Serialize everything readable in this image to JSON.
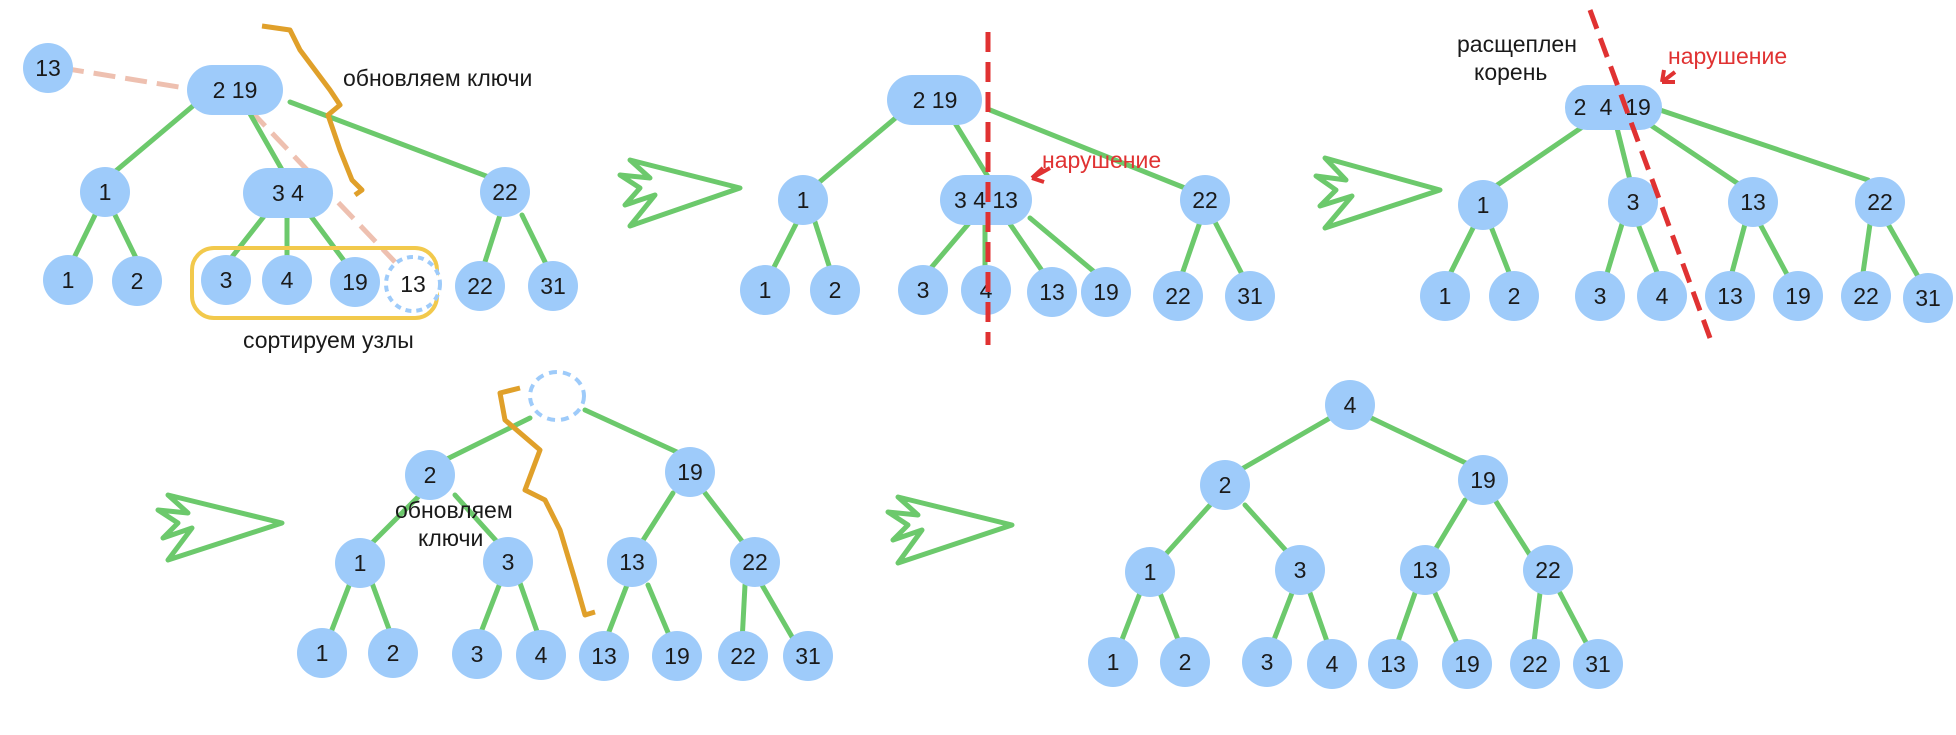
{
  "colors": {
    "node_fill": "#9ecbfa",
    "edge": "#6cc96c",
    "bracket": "#e0a02a",
    "violation_line": "#e03232",
    "violation_text": "#e03232",
    "dashed_link": "#eec0b0",
    "sort_box": "#f2c94c",
    "arrow": "#6cc96c"
  },
  "annotations": {
    "update_keys": "обновляем ключи",
    "sort_nodes": "сортируем узлы",
    "violation_1": "нарушение",
    "violation_2": "нарушение",
    "root_split_line1": "расщеплен",
    "root_split_line2": "корень",
    "update_keys_2_line1": "обновляем",
    "update_keys_2_line2": "ключи"
  },
  "stage1": {
    "inserted": "13",
    "root": "2 19",
    "internal": [
      "1",
      "3 4",
      "22"
    ],
    "leaves": [
      "1",
      "2",
      "3",
      "4",
      "19",
      "13",
      "22",
      "31"
    ]
  },
  "stage2": {
    "root": "2 19",
    "internal": [
      "1",
      "3 4 13",
      "22"
    ],
    "leaves": [
      "1",
      "2",
      "3",
      "4",
      "13",
      "19",
      "22",
      "31"
    ]
  },
  "stage3": {
    "root": [
      "2",
      "4",
      "19"
    ],
    "internal": [
      "1",
      "3",
      "13",
      "22"
    ],
    "leaves": [
      "1",
      "2",
      "3",
      "4",
      "13",
      "19",
      "22",
      "31"
    ]
  },
  "stage4": {
    "mid": [
      "2",
      "19"
    ],
    "internal": [
      "1",
      "3",
      "13",
      "22"
    ],
    "leaves": [
      "1",
      "2",
      "3",
      "4",
      "13",
      "19",
      "22",
      "31"
    ]
  },
  "stage5": {
    "root": "4",
    "mid": [
      "2",
      "19"
    ],
    "internal": [
      "1",
      "3",
      "13",
      "22"
    ],
    "leaves": [
      "1",
      "2",
      "3",
      "4",
      "13",
      "19",
      "22",
      "31"
    ]
  }
}
